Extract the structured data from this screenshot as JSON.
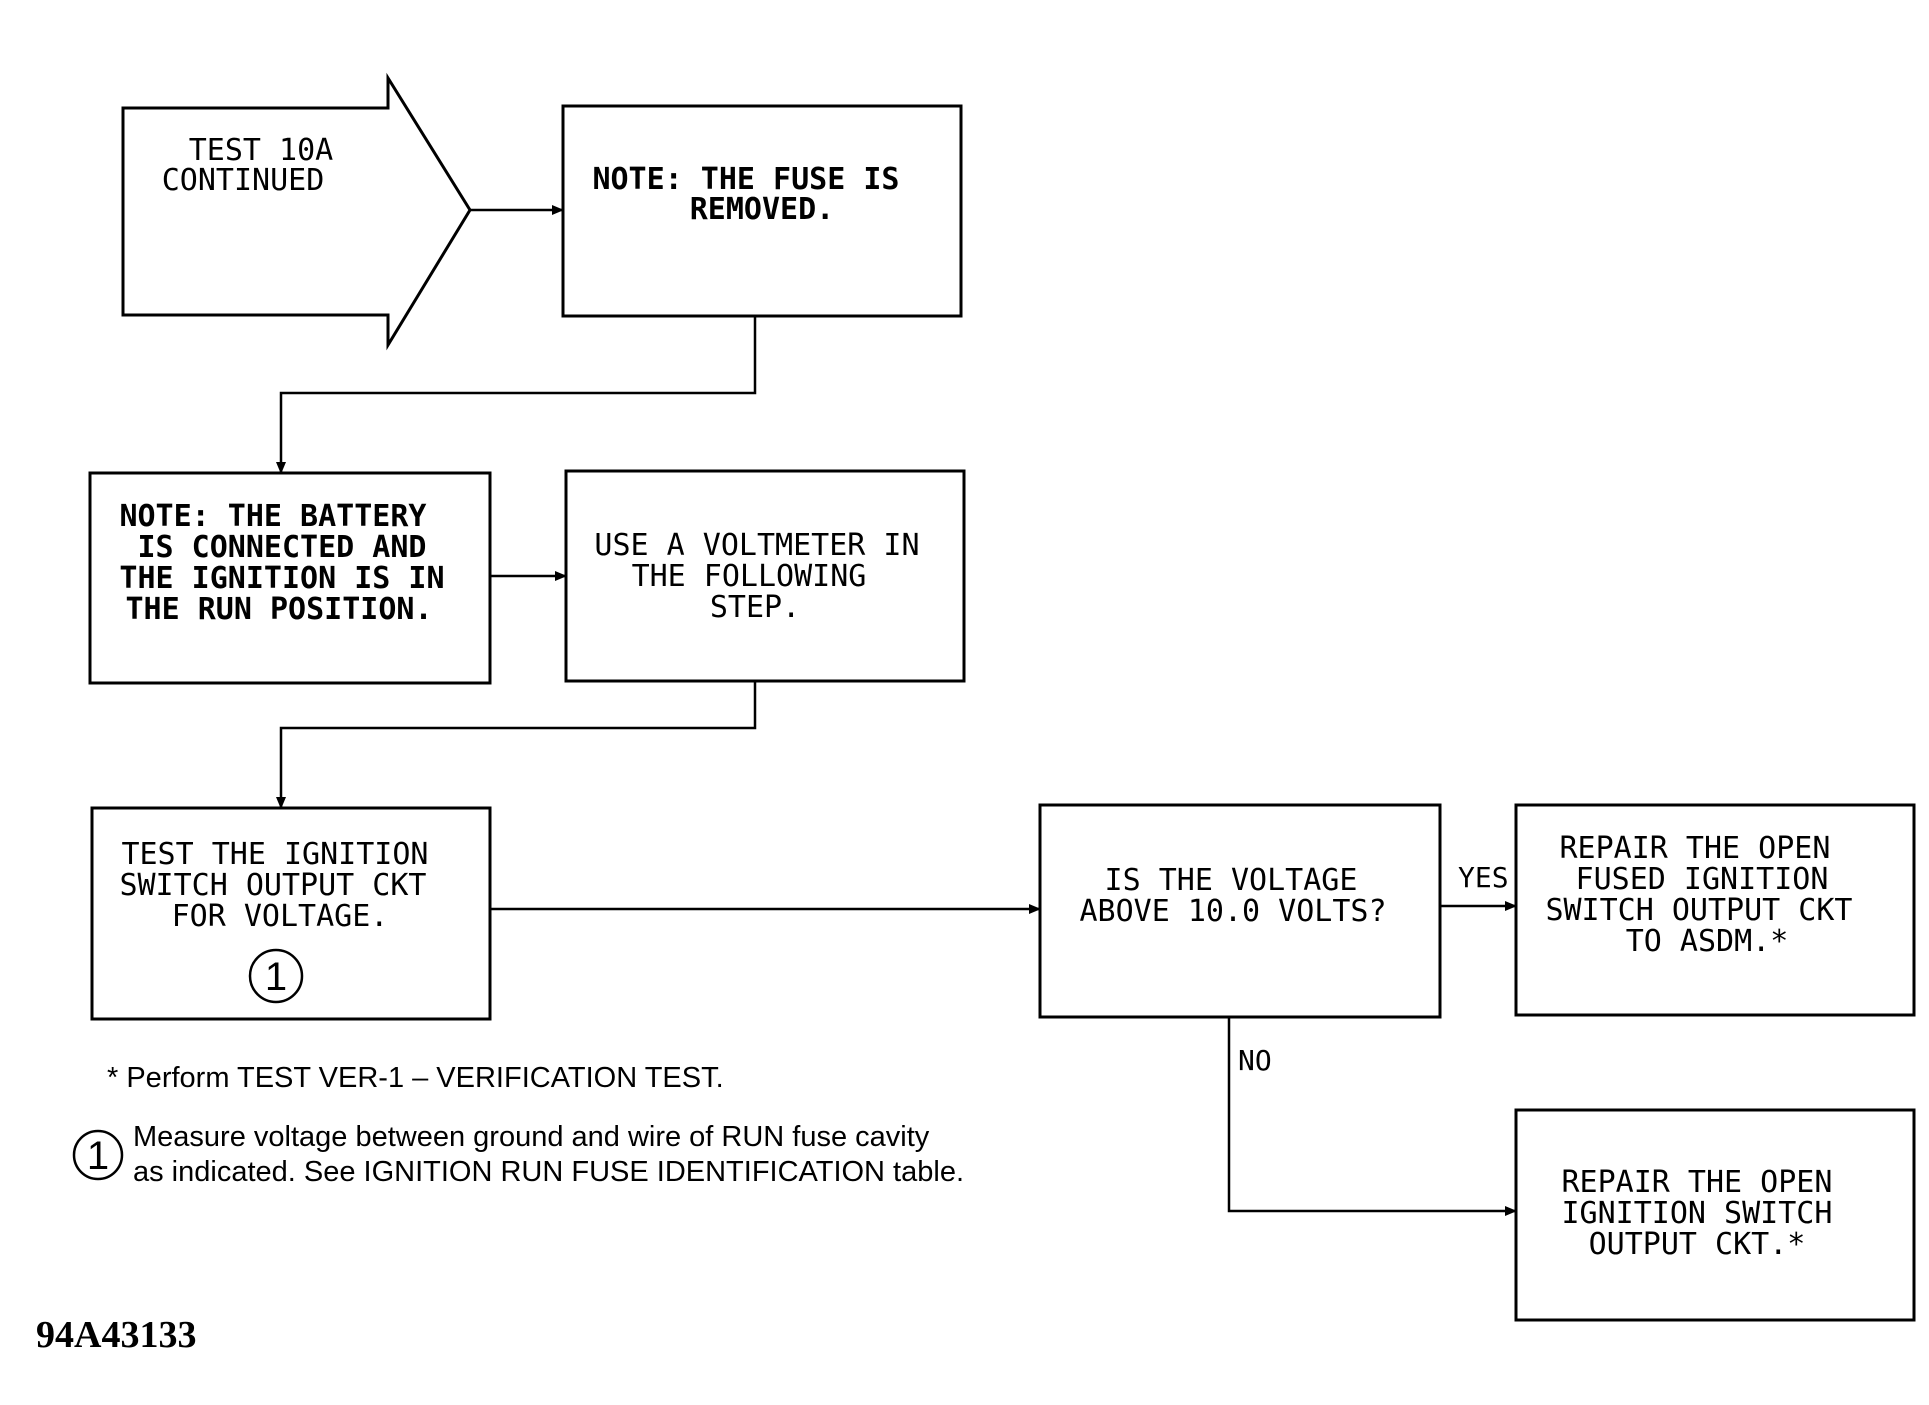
{
  "start": {
    "lines": [
      "TEST 10A",
      "CONTINUED"
    ]
  },
  "boxes": {
    "fuse_note": {
      "lines": [
        "NOTE: THE FUSE IS",
        "REMOVED."
      ]
    },
    "battery_note": {
      "lines": [
        "NOTE: THE BATTERY",
        "IS CONNECTED AND",
        "THE IGNITION IS IN",
        "THE RUN POSITION."
      ]
    },
    "voltmeter": {
      "lines": [
        "USE A VOLTMETER IN",
        "THE FOLLOWING",
        "STEP."
      ]
    },
    "test_ignition": {
      "lines": [
        "TEST THE IGNITION",
        "SWITCH OUTPUT CKT",
        "FOR VOLTAGE."
      ],
      "marker": "1"
    },
    "decision": {
      "lines": [
        "IS THE VOLTAGE",
        "ABOVE 10.0 VOLTS?"
      ]
    },
    "repair_fused": {
      "lines": [
        "REPAIR THE OPEN",
        "FUSED IGNITION",
        "SWITCH OUTPUT CKT",
        "TO ASDM.*"
      ]
    },
    "repair_open": {
      "lines": [
        "REPAIR THE OPEN",
        "IGNITION SWITCH",
        "OUTPUT CKT.*"
      ]
    }
  },
  "branch_labels": {
    "yes": "YES",
    "no": "NO"
  },
  "notes": {
    "asterisk": "* Perform TEST VER-1 – VERIFICATION TEST.",
    "marker": "1",
    "measure_lines": [
      "Measure voltage between ground and wire of RUN fuse cavity",
      "as indicated. See IGNITION RUN FUSE IDENTIFICATION table."
    ]
  },
  "figure_id": "94A43133"
}
